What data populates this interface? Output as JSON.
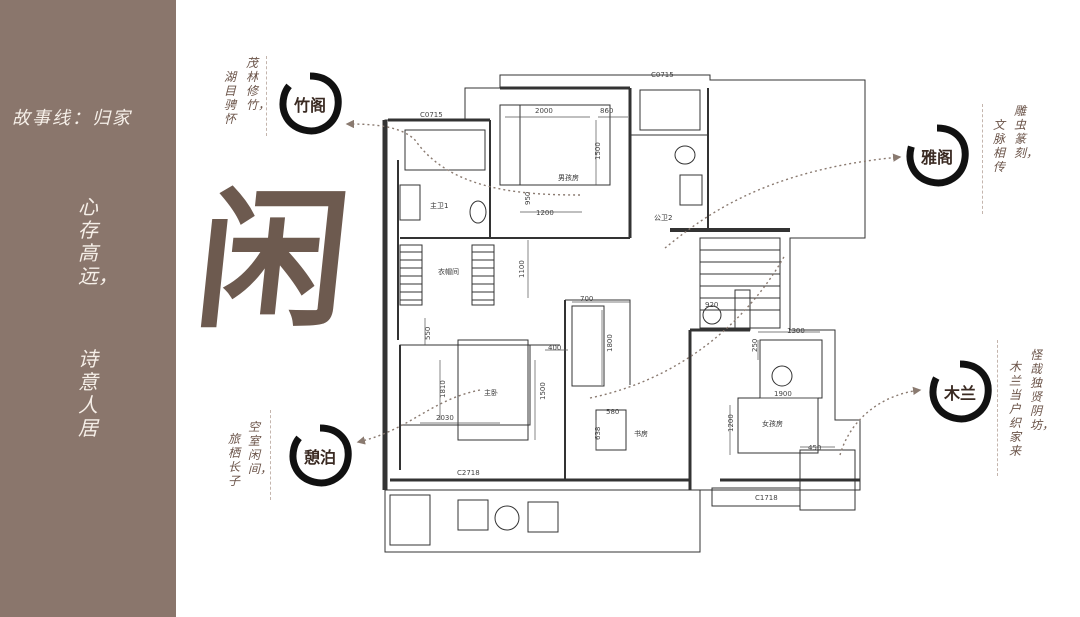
{
  "sidebar": {
    "title": "故事线：归家",
    "poem_line1": "心存高远，",
    "poem_line2": "诗意人居",
    "big_char": "闲"
  },
  "badges": {
    "zhuge": {
      "label": "竹阁",
      "text_a": "茂林修竹，",
      "text_b": "湖目骋怀"
    },
    "yage": {
      "label": "雅阁",
      "text_a": "雕虫篆刻，",
      "text_b": "文脉相传"
    },
    "mulan": {
      "label": "木兰",
      "text_a": "怪哉独贤阴坊，",
      "text_b": "木兰当户织家来"
    },
    "jibo": {
      "label": "憩泊",
      "text_a": "空室闲间，",
      "text_b": "旅栖长子"
    }
  },
  "plan": {
    "rooms": {
      "boys_room": "男孩房",
      "master_bath": "主卫1",
      "closet": "衣帽间",
      "public_bath": "公卫2",
      "master_bedroom": "主卧",
      "study": "书房",
      "girls_room": "女孩房"
    },
    "windows": {
      "w1": "C0715",
      "w2": "C0715",
      "w3": "C2718",
      "w4": "C1718"
    },
    "dims": {
      "d2000": "2000",
      "d860": "860",
      "d1500": "1500",
      "d1200": "1200",
      "d950": "950",
      "d1100": "1100",
      "d700": "700",
      "d1800": "1800",
      "d400": "400",
      "d1500b": "1500",
      "d550": "550",
      "d1810": "1810",
      "d2030": "2030",
      "d580": "580",
      "d638": "638",
      "d920": "920",
      "d1300": "1300",
      "d250": "250",
      "d1900": "1900",
      "d1200b": "1200",
      "d450": "450"
    }
  },
  "colors": {
    "sidebar": "#8a766c",
    "accent": "#6d5a4f",
    "arrow": "#8a7a70"
  }
}
